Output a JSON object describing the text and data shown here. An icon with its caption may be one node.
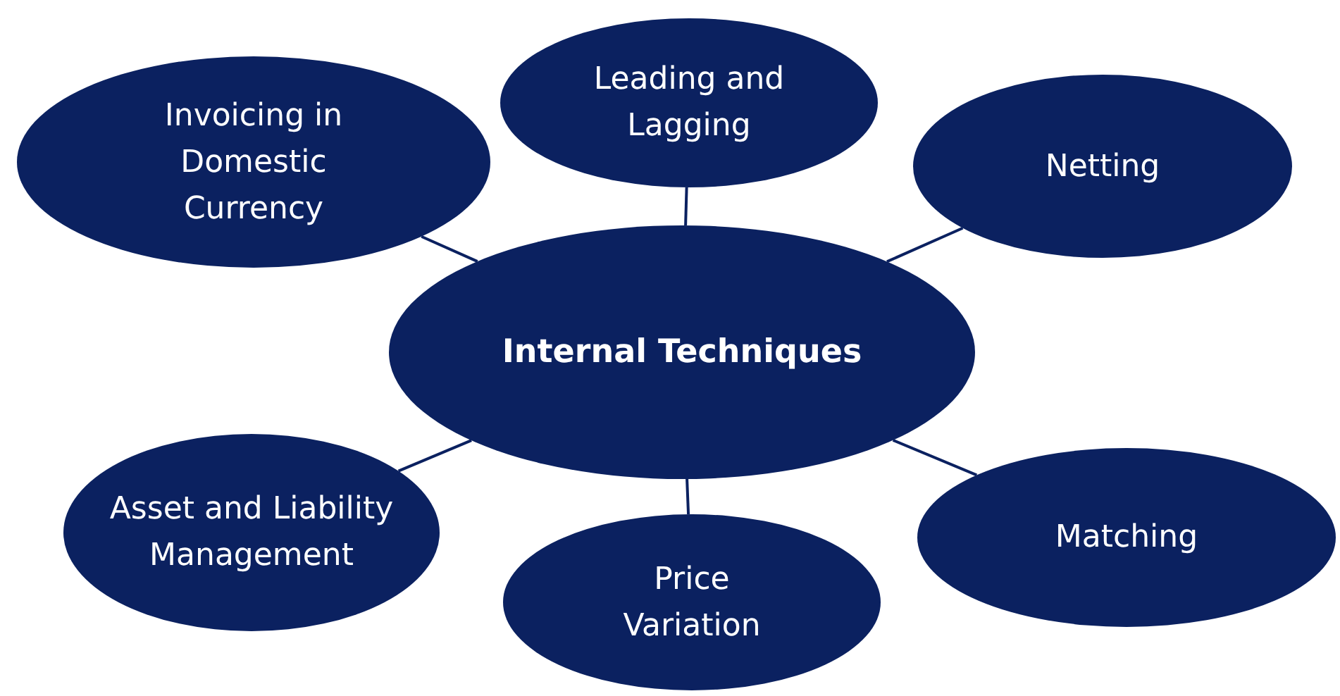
{
  "diagram": {
    "nodes": [
      {
        "text": [
          "Invoicing in Domestic Currency"
        ]
      },
      {
        "text": [
          "Leading and Lagging"
        ]
      },
      {
        "text": [
          "Netting"
        ]
      },
      {
        "text": [
          "Internal Techniques"
        ]
      },
      {
        "text": [
          "Asset and Liability Management"
        ]
      },
      {
        "text": [
          "Price Variation"
        ]
      },
      {
        "text": [
          "Matching"
        ]
      }
    ],
    "edges": [
      {
        "from": 3,
        "to": 0,
        "arrow": "none"
      },
      {
        "from": 3,
        "to": 1,
        "arrow": "none"
      },
      {
        "from": 3,
        "to": 2,
        "arrow": "none"
      },
      {
        "from": 3,
        "to": 4,
        "arrow": "none"
      },
      {
        "from": 3,
        "to": 5,
        "arrow": "none"
      },
      {
        "from": 3,
        "to": 6,
        "arrow": "none"
      }
    ]
  }
}
